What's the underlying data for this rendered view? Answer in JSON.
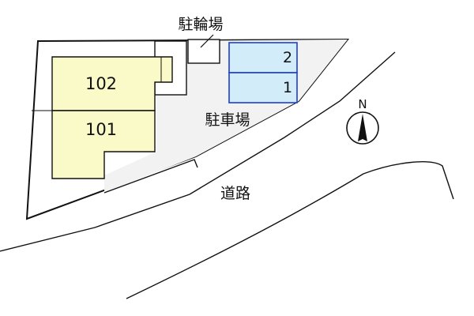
{
  "colors": {
    "building_fill": "#fafac8",
    "parking_space_fill": "#d2ecfa",
    "parking_space_stroke": "#1c3fd0",
    "lot_fill": "#f2f2f2",
    "outline": "#111111",
    "background": "#ffffff"
  },
  "labels": {
    "bicycle_parking": "駐輪場",
    "parking_lot": "駐車場",
    "road": "道路"
  },
  "rooms": [
    {
      "number": "102"
    },
    {
      "number": "101"
    }
  ],
  "parking_spaces": [
    {
      "number": "2"
    },
    {
      "number": "1"
    }
  ],
  "compass": {
    "icon": "north-arrow-icon",
    "label": "N"
  }
}
